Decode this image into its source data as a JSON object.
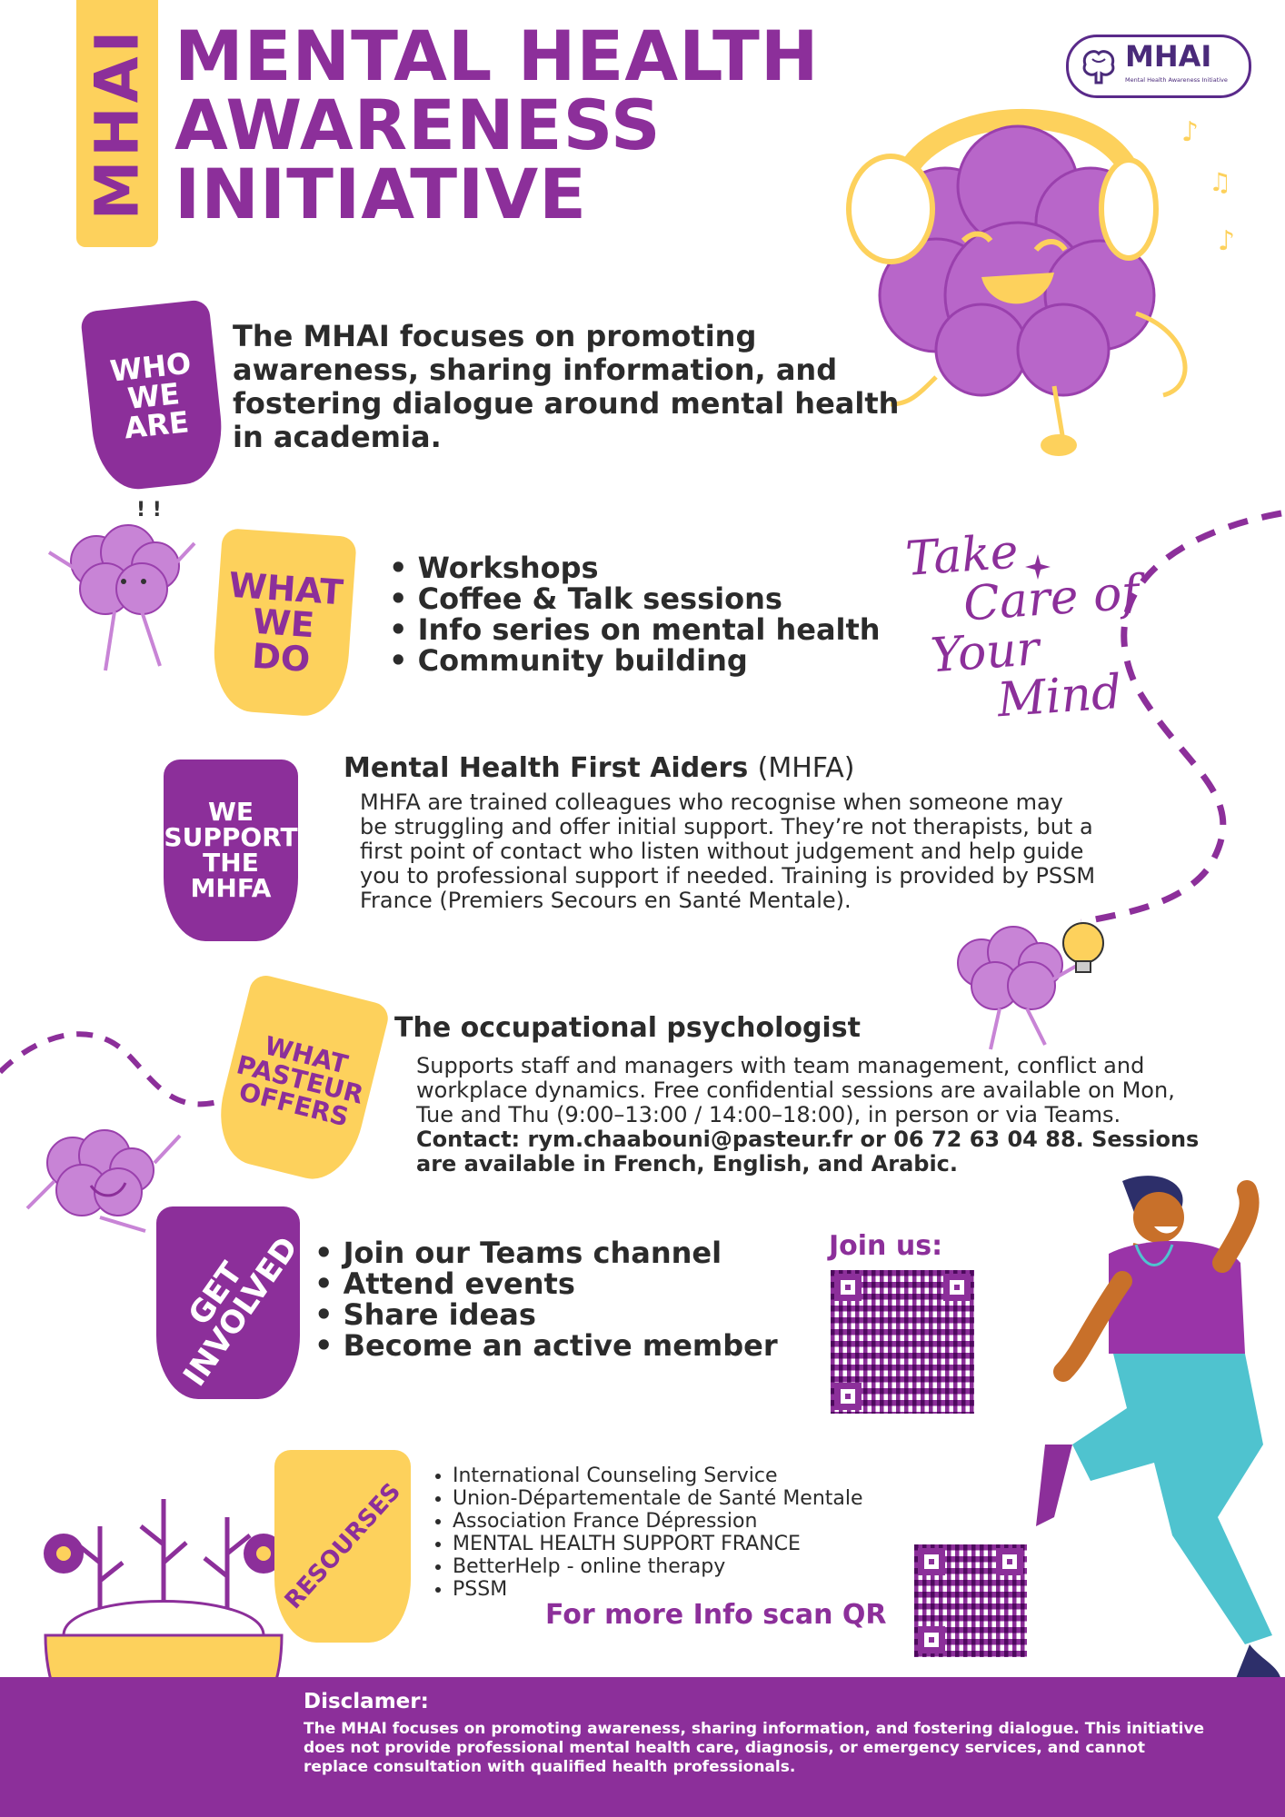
{
  "header": {
    "tab_label": "MHAI",
    "title_lines": [
      "MENTAL HEALTH",
      "AWARENESS",
      "INITIATIVE"
    ],
    "logo_text": "MHAI",
    "logo_subtitle": "Mental Health Awareness Initiative"
  },
  "who": {
    "badge": "WHO\nWE\nARE",
    "text": "The MHAI focuses on promoting awareness, sharing information, and fostering dialogue around mental health in academia."
  },
  "what": {
    "badge": "WHAT\nWE\nDO",
    "items": [
      "• Workshops",
      "• Coffee & Talk sessions",
      "• Info series on mental health",
      "• Community building"
    ]
  },
  "handwriting": [
    "Take",
    "Care of",
    "Your",
    "Mind"
  ],
  "support": {
    "badge": "WE\nSUPPORT\nTHE\nMHFA",
    "heading_bold": "Mental Health First Aiders ",
    "heading_paren": "(MHFA)",
    "text": "MHFA are trained colleagues who recognise when someone may be struggling and offer initial support. They’re not therapists, but a first point of contact who listen without judgement and help guide you to professional support if needed. Training is provided by PSSM France (Premiers Secours en Santé Mentale)."
  },
  "pasteur": {
    "badge": "WHAT\nPASTEUR\nOFFERS",
    "heading": "The occupational psychologist",
    "text": "Supports staff and managers with team management, conflict and workplace dynamics. Free confidential sessions are available on Mon, Tue and Thu (9:00–13:00 / 14:00–18:00), in person or via Teams. ",
    "contact": "Contact: rym.chaabouni@pasteur.fr or 06 72 63 04 88. Sessions are available in French, English, and Arabic."
  },
  "involved": {
    "badge": "GET\nINVOLVED",
    "items": [
      "• Join our Teams channel",
      "• Attend events",
      "• Share ideas",
      "• Become an active member"
    ],
    "join_label": "Join us:"
  },
  "resources": {
    "badge": "RESOURSES",
    "items": [
      "International Counseling Service",
      "Union-Départementale de Santé Mentale",
      "Association France Dépression",
      "MENTAL HEALTH SUPPORT FRANCE",
      "BetterHelp - online therapy",
      "PSSM"
    ],
    "scan_label": "For more Info scan QR"
  },
  "footer": {
    "title": "Disclamer:",
    "text": "The MHAI focuses on promoting awareness, sharing information, and fostering dialogue. This initiative does not provide professional mental health care, diagnosis, or emergency services, and cannot replace consultation with qualified health professionals."
  },
  "colors": {
    "purple": "#8c2f9a",
    "yellow": "#fdd15c",
    "brain": "#b866c9",
    "teal": "#4fc3cf",
    "skin": "#c8702a"
  },
  "icons": [
    "brain-logo-icon",
    "headphone-brain-icon",
    "music-note-icon",
    "sparkle-icon",
    "lightbulb-icon",
    "qr-code-icon"
  ]
}
